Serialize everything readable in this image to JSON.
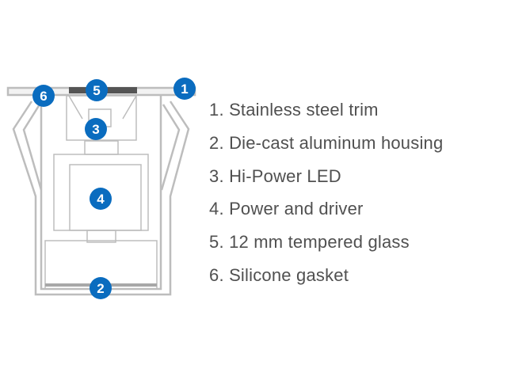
{
  "diagram": {
    "title": "Fixture cross-section",
    "callouts": [
      {
        "number": "1",
        "label": "Stainless steel trim"
      },
      {
        "number": "2",
        "label": "Die-cast aluminum housing"
      },
      {
        "number": "3",
        "label": "Hi-Power LED"
      },
      {
        "number": "4",
        "label": "Power and driver"
      },
      {
        "number": "5",
        "label": "12 mm tempered glass"
      },
      {
        "number": "6",
        "label": "Silicone gasket"
      }
    ],
    "colors": {
      "badge": "#0a6cbf",
      "line": "#b8b8b8",
      "glass": "#555555",
      "text": "#505050"
    }
  }
}
